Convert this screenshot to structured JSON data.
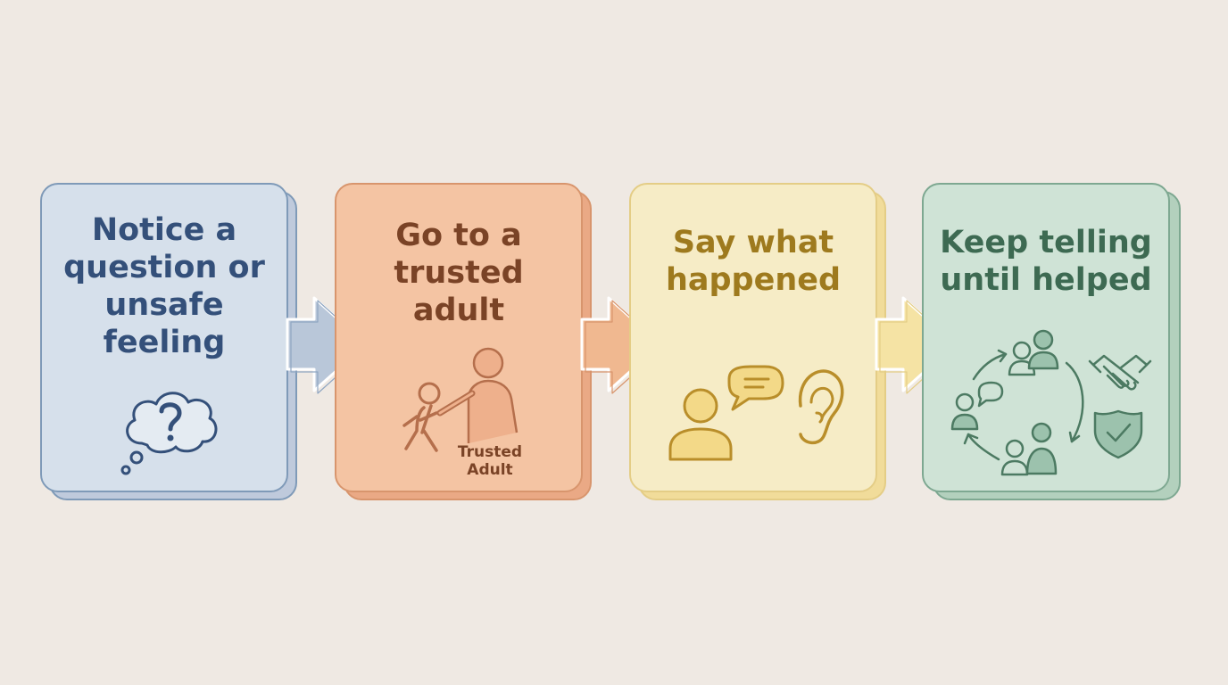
{
  "steps": [
    {
      "lines": [
        "Notice a",
        "question or",
        "unsafe",
        "feeling"
      ],
      "icon": "thought-bubble-question-icon"
    },
    {
      "lines": [
        "Go to a",
        "trusted",
        "adult"
      ],
      "icon": "child-with-adult-icon",
      "icon_label": [
        "Trusted",
        "Adult"
      ]
    },
    {
      "lines": [
        "Say what",
        "happened"
      ],
      "icon": "person-speaking-ear-icon"
    },
    {
      "lines": [
        "Keep telling",
        "until helped"
      ],
      "icon": "people-cycle-handshake-shield-icon"
    }
  ],
  "colors": {
    "background": "#efe9e3",
    "step1": "#d6e0eb",
    "step1_border": "#7f9ab8",
    "step2": "#f4c4a3",
    "step2_border": "#d8956d",
    "step3": "#f6ecc6",
    "step3_border": "#e4cd86",
    "step4": "#cfe3d6",
    "step4_border": "#7ea891"
  }
}
